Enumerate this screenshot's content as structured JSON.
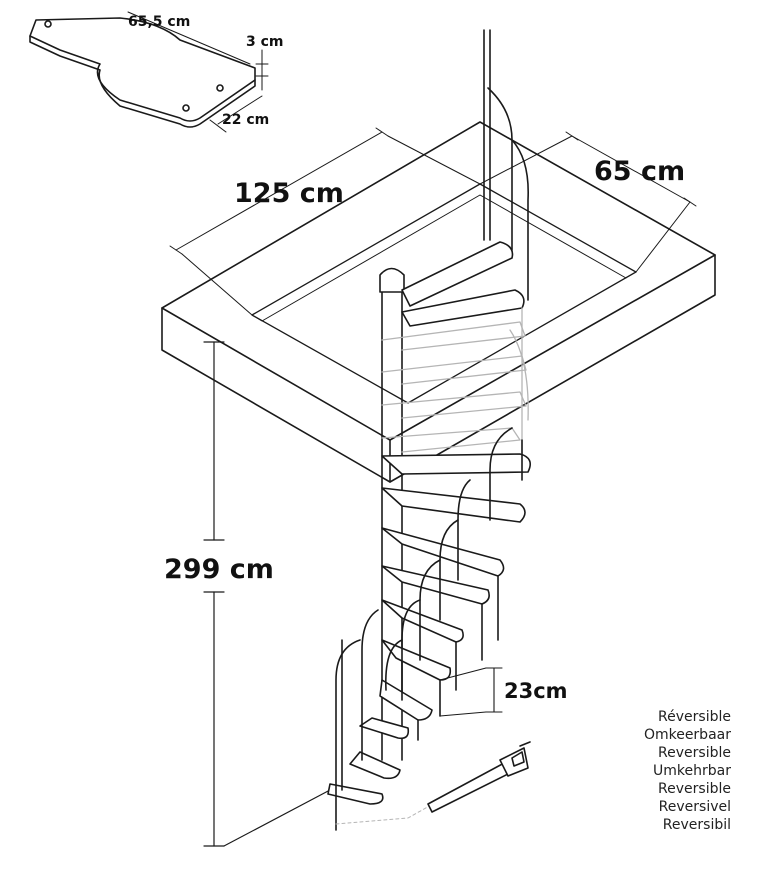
{
  "dimensions": {
    "tread_length": "65,5 cm",
    "tread_thickness": "3 cm",
    "tread_width": "22 cm",
    "opening_length": "125 cm",
    "opening_width": "65 cm",
    "total_height": "299 cm",
    "step_rise": "23cm"
  },
  "reversible_labels": [
    "Réversible",
    "Omkeerbaar",
    "Reversible",
    "Umkehrbar",
    "Reversible",
    "Reversivel",
    "Reversibil"
  ],
  "colors": {
    "line": "#1a1a1a",
    "ghost": "#b5b5b5",
    "background": "#ffffff"
  },
  "icons": {
    "saw": "saw-icon"
  }
}
